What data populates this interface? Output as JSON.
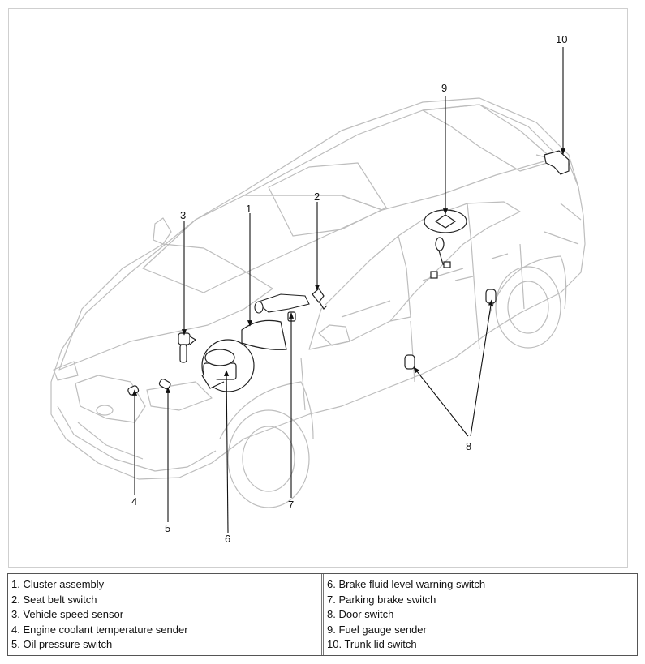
{
  "callouts": {
    "c1": "1",
    "c2": "2",
    "c3": "3",
    "c4": "4",
    "c5": "5",
    "c6": "6",
    "c7": "7",
    "c8": "8",
    "c9": "9",
    "c10": "10"
  },
  "legend": {
    "left": [
      "1. Cluster assembly",
      "2. Seat belt switch",
      "3. Vehicle speed sensor",
      "4. Engine coolant temperature sender",
      "5. Oil pressure switch"
    ],
    "right": [
      "6. Brake fluid level warning switch",
      "7. Parking brake switch",
      "8. Door switch",
      "9. Fuel gauge sender",
      "10. Trunk lid switch"
    ]
  },
  "colors": {
    "outline": "#bdbdbd",
    "component": "#222222",
    "leader": "#111111"
  }
}
